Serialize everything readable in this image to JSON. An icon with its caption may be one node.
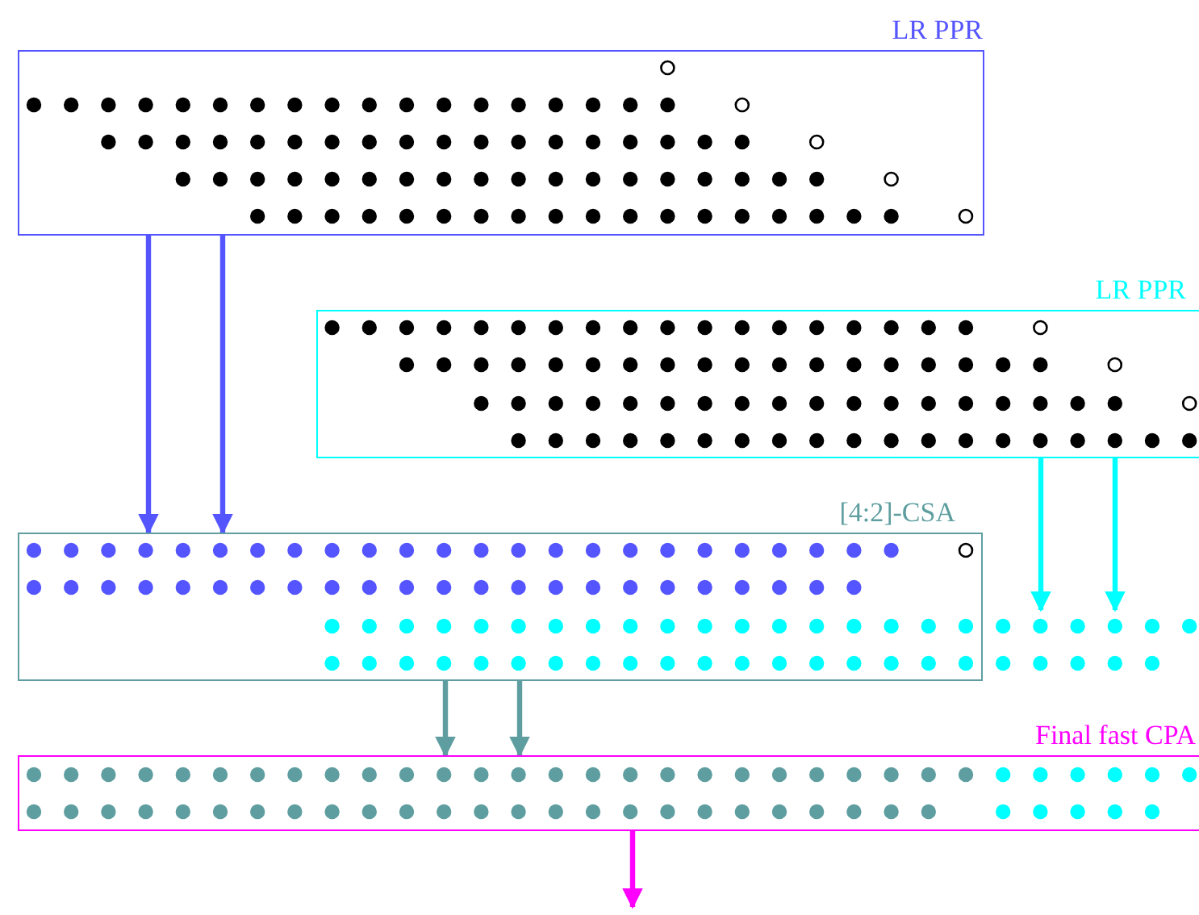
{
  "diagram": {
    "nodes": [
      {
        "text": [
          "LR PPR"
        ]
      },
      {
        "text": [
          "LR PPR"
        ]
      },
      {
        "text": [
          "[4:2]-CSA"
        ]
      },
      {
        "text": [
          "Final fast CPA"
        ]
      }
    ],
    "edges": [
      {
        "from": 0,
        "to": 2,
        "arrow": "to",
        "color": "#5555ff"
      },
      {
        "from": 0,
        "to": 2,
        "arrow": "to",
        "color": "#5555ff"
      },
      {
        "from": 1,
        "to": 2,
        "arrow": "to",
        "color": "#00ffff"
      },
      {
        "from": 1,
        "to": null,
        "arrow": "to",
        "color": "#00ffff"
      },
      {
        "from": 2,
        "to": 3,
        "arrow": "to",
        "color": "#5f9ea0"
      },
      {
        "from": 2,
        "to": 3,
        "arrow": "to",
        "color": "#5f9ea0"
      },
      {
        "from": 3,
        "to": null,
        "arrow": "to",
        "color": "#ff00ff"
      }
    ]
  }
}
